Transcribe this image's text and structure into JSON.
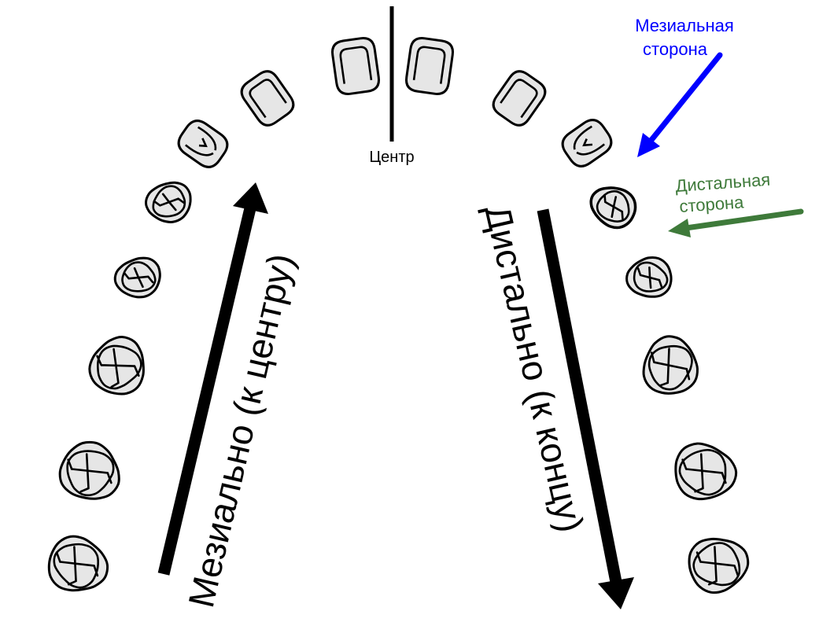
{
  "labels": {
    "center": "Центр",
    "mesial_side_line1": "Мезиальная",
    "mesial_side_line2": "сторона",
    "distal_side_line1": "Дистальная",
    "distal_side_line2": "сторона",
    "mesial_direction": "Мезиально (к центру)",
    "distal_direction": "Дистально (к концу)"
  },
  "colors": {
    "highlight_tooth": "#e60000",
    "mesial_arrow": "#0000ff",
    "distal_arrow": "#3e7a3a",
    "tooth_fill": "#e6e6e6"
  },
  "teeth": [
    {
      "name": "left-central-incisor",
      "type": "incisor"
    },
    {
      "name": "left-lateral-incisor",
      "type": "incisor"
    },
    {
      "name": "left-canine",
      "type": "canine"
    },
    {
      "name": "left-first-premolar",
      "type": "premolar"
    },
    {
      "name": "left-second-premolar",
      "type": "premolar"
    },
    {
      "name": "left-first-molar",
      "type": "molar"
    },
    {
      "name": "left-second-molar",
      "type": "molar"
    },
    {
      "name": "left-third-molar",
      "type": "molar"
    },
    {
      "name": "right-central-incisor",
      "type": "incisor"
    },
    {
      "name": "right-lateral-incisor",
      "type": "incisor"
    },
    {
      "name": "right-canine",
      "type": "canine"
    },
    {
      "name": "right-first-premolar",
      "type": "premolar",
      "highlighted": true
    },
    {
      "name": "right-second-premolar",
      "type": "premolar"
    },
    {
      "name": "right-first-molar",
      "type": "molar"
    },
    {
      "name": "right-second-molar",
      "type": "molar"
    },
    {
      "name": "right-third-molar",
      "type": "molar"
    }
  ]
}
